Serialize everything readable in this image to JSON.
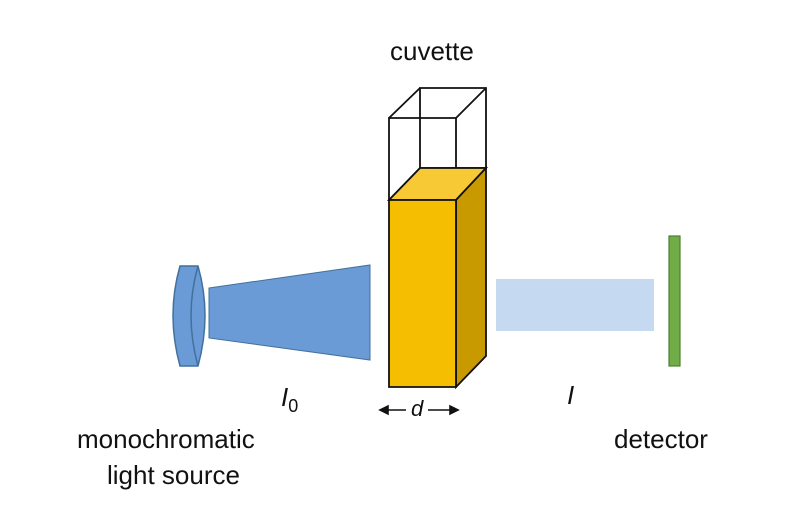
{
  "labels": {
    "cuvette": "cuvette",
    "source_line1": "monochromatic",
    "source_line2": "light source",
    "detector": "detector",
    "incident_symbol": "I",
    "incident_subscript": "0",
    "transmitted_symbol": "I",
    "path_length": "d"
  },
  "colors": {
    "lens_blue": "#6a9bd6",
    "beam_incident": "#6a9bd6",
    "beam_transmitted": "#c5d9f1",
    "cuvette_front": "#f5be00",
    "cuvette_top": "#f7c935",
    "cuvette_side": "#c99a00",
    "detector_green": "#70ad47",
    "outline": "#111111"
  }
}
